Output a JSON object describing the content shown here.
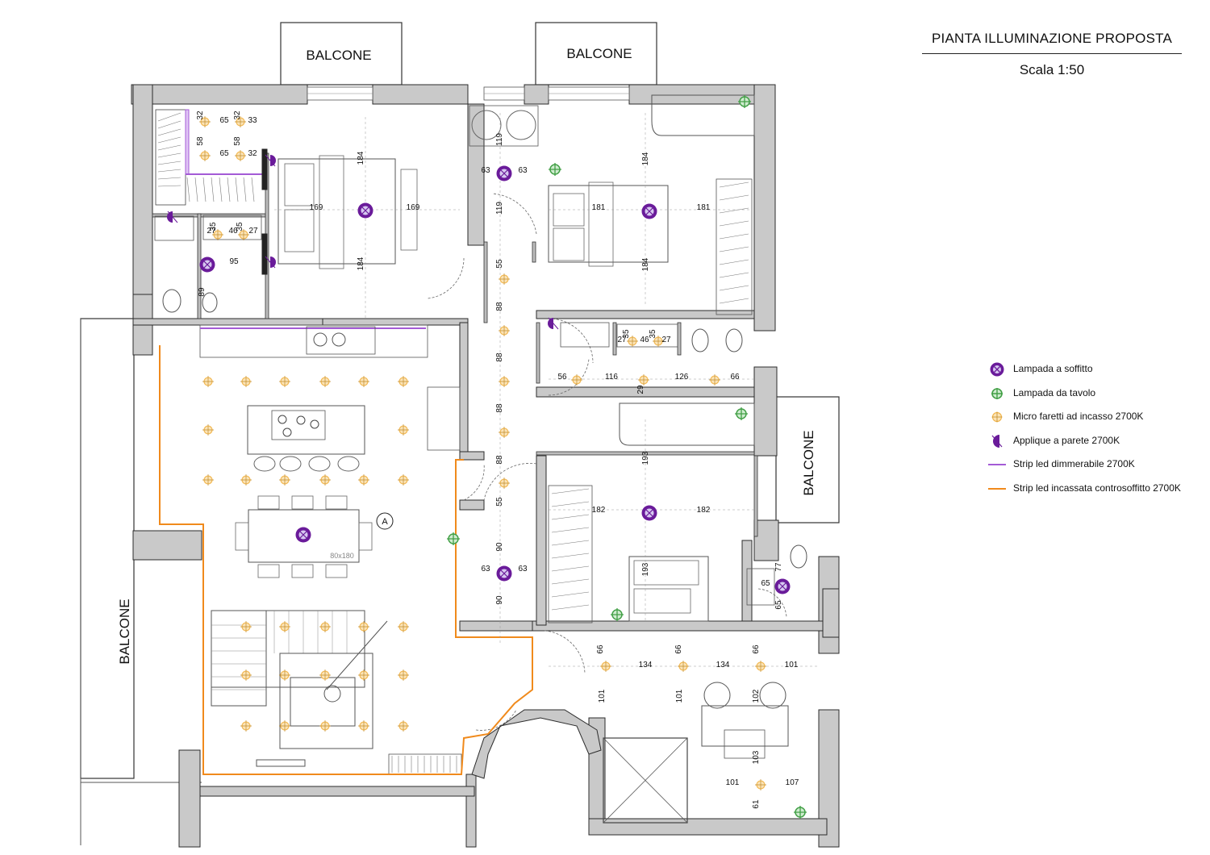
{
  "title": "PIANTA ILLUMINAZIONE PROPOSTA",
  "scale": "Scala 1:50",
  "balconies": [
    "BALCONE",
    "BALCONE",
    "BALCONE",
    "BALCONE"
  ],
  "room_marker": "A",
  "table_size": "80x180",
  "legend": [
    {
      "label": "Lampada a soffitto",
      "symbol": "ceiling-lamp",
      "color": "#6a1b9a"
    },
    {
      "label": "Lampada da tavolo",
      "symbol": "table-lamp",
      "color": "#43a047"
    },
    {
      "label": "Micro faretti ad incasso 2700K",
      "symbol": "spotlight",
      "color": "#f2b74f"
    },
    {
      "label": "Applique a parete 2700K",
      "symbol": "wall-lamp",
      "color": "#6a1b9a"
    },
    {
      "label": "Strip led dimmerabile 2700K",
      "symbol": "led-strip-dimmable",
      "color": "#a45bd6"
    },
    {
      "label": "Strip led incassata controsoffitto 2700K",
      "symbol": "led-strip-recessed",
      "color": "#f08a1c"
    }
  ],
  "dimensions": [
    "65",
    "33",
    "32",
    "32",
    "58",
    "58",
    "65",
    "32",
    "169",
    "169",
    "184",
    "184",
    "35",
    "35",
    "27",
    "46",
    "27",
    "95",
    "89",
    "63",
    "63",
    "119",
    "119",
    "55",
    "88",
    "88",
    "88",
    "88",
    "55",
    "90",
    "90",
    "63",
    "63",
    "184",
    "184",
    "181",
    "181",
    "35",
    "35",
    "46",
    "27",
    "27",
    "56",
    "116",
    "126",
    "66",
    "29",
    "193",
    "193",
    "182",
    "182",
    "77",
    "65",
    "65",
    "66",
    "66",
    "66",
    "134",
    "134",
    "101",
    "101",
    "101",
    "102",
    "103",
    "101",
    "107",
    "61"
  ]
}
